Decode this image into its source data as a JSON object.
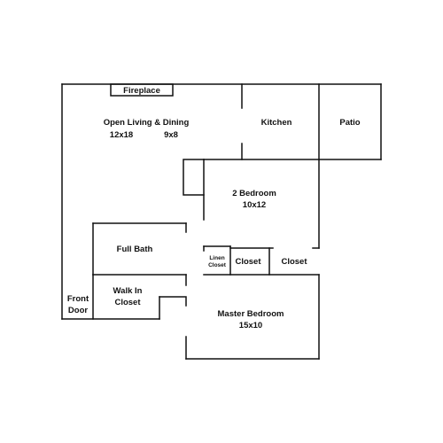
{
  "rooms": {
    "fireplace": {
      "name": "Fireplace"
    },
    "living_dining": {
      "name": "Open Living & Dining",
      "dim_living": "12x18",
      "dim_dining": "9x8"
    },
    "kitchen": {
      "name": "Kitchen"
    },
    "patio": {
      "name": "Patio"
    },
    "bedroom2": {
      "name": "2 Bedroom",
      "dim": "10x12"
    },
    "full_bath": {
      "name": "Full Bath"
    },
    "linen_closet": {
      "line1": "Linen",
      "line2": "Closet"
    },
    "closet_a": {
      "name": "Closet"
    },
    "closet_b": {
      "name": "Closet"
    },
    "walk_in": {
      "line1": "Walk In",
      "line2": "Closet"
    },
    "front_door": {
      "line1": "Front",
      "line2": "Door"
    },
    "master": {
      "name": "Master Bedroom",
      "dim": "15x10"
    }
  }
}
